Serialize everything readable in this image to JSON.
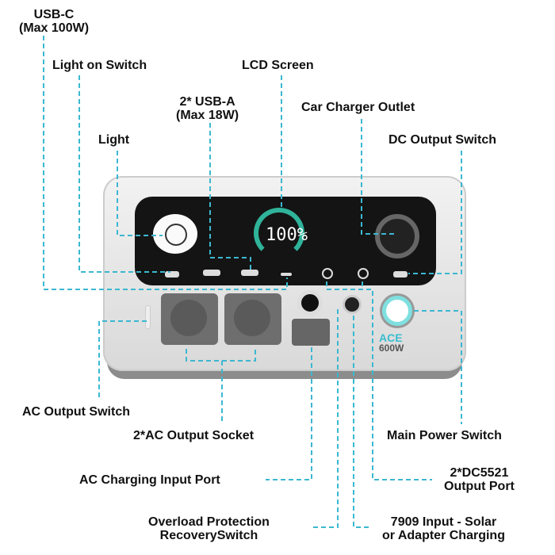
{
  "labels": {
    "usb_c": [
      "USB-C",
      "(Max 100W)"
    ],
    "light_on_switch": "Light on Switch",
    "lcd_screen": "LCD Screen",
    "usb_a": [
      "2* USB-A",
      "(Max 18W)"
    ],
    "car_charger": "Car Charger Outlet",
    "light": "Light",
    "dc_output_switch": "DC Output Switch",
    "ac_output_switch": "AC Output Switch",
    "ac_output_socket": "2*AC Output Socket",
    "main_power_switch": "Main Power Switch",
    "ac_charging_input": "AC Charging Input Port",
    "dc5521": [
      "2*DC5521",
      "Output Port"
    ],
    "overload": [
      "Overload Protection",
      "RecoverySwitch"
    ],
    "input_7909": [
      "7909 Input - Solar",
      "or Adapter Charging"
    ]
  },
  "device": {
    "battery_percent": "100%",
    "brand": "ACE",
    "model": "600W"
  },
  "colors": {
    "callout": "#3bb8d0",
    "accent": "#2fb39a"
  }
}
